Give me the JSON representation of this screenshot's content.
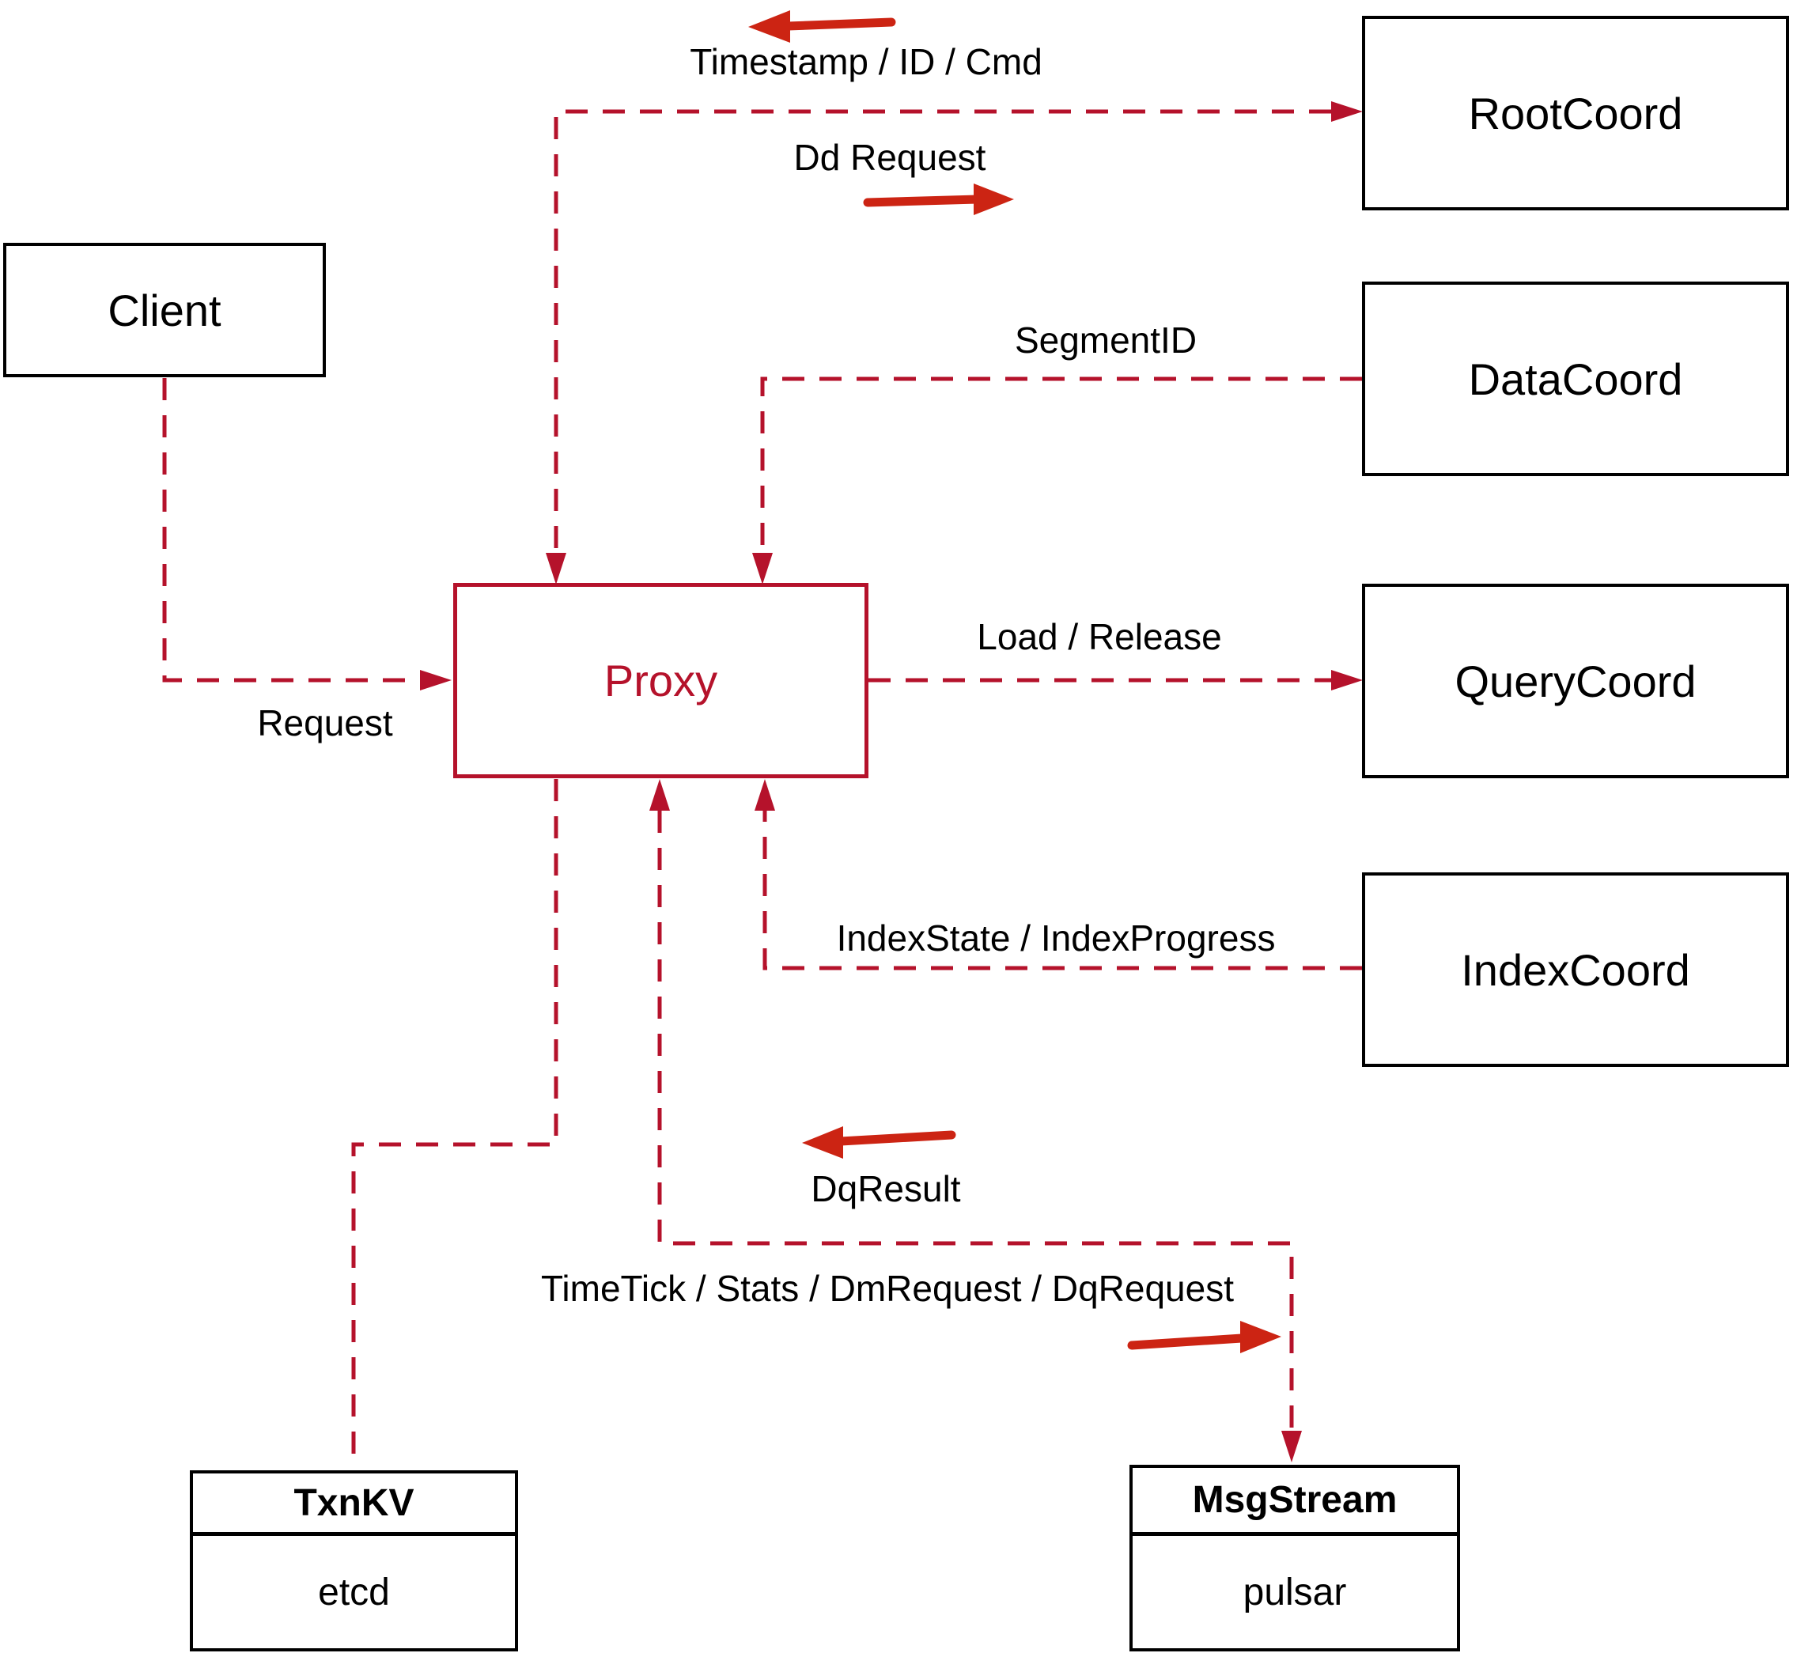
{
  "nodes": {
    "client": {
      "label": "Client"
    },
    "proxy": {
      "label": "Proxy"
    },
    "root_coord": {
      "label": "RootCoord"
    },
    "data_coord": {
      "label": "DataCoord"
    },
    "query_coord": {
      "label": "QueryCoord"
    },
    "index_coord": {
      "label": "IndexCoord"
    },
    "txn_kv": {
      "title": "TxnKV",
      "subtitle": "etcd"
    },
    "msg_stream": {
      "title": "MsgStream",
      "subtitle": "pulsar"
    }
  },
  "edges": {
    "timestamp_id_cmd": "Timestamp / ID / Cmd",
    "dd_request": "Dd Request",
    "segment_id": "SegmentID",
    "load_release": "Load / Release",
    "index_state_progress": "IndexState / IndexProgress",
    "request": "Request",
    "dq_result": "DqResult",
    "timetick_stats": "TimeTick / Stats / DmRequest / DqRequest"
  },
  "colors": {
    "line_red": "#b5122b",
    "arrow_red": "#cc2413",
    "box_black": "#000000",
    "text_black": "#000000",
    "canvas_bg": "#ffffff"
  }
}
